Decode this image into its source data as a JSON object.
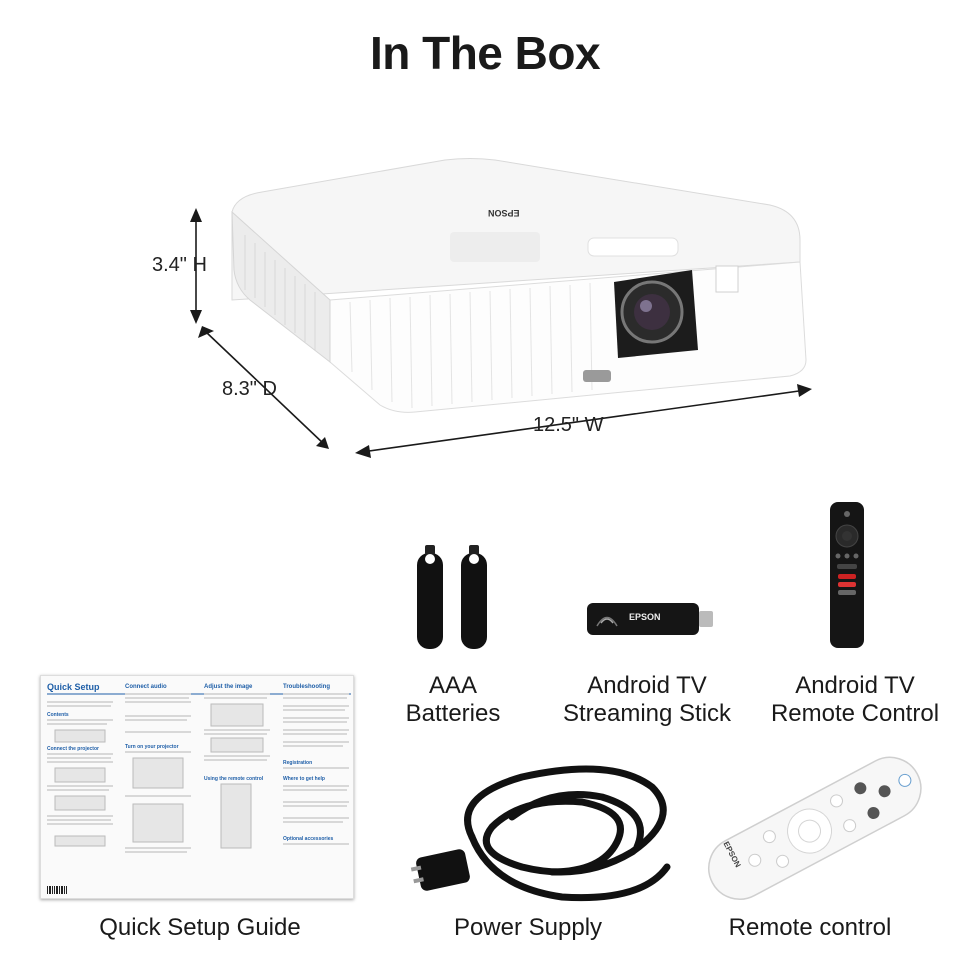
{
  "title": "In The Box",
  "dimensions": {
    "height": "3.4\" H",
    "depth": "8.3\" D",
    "width": "12.5\" W"
  },
  "brand": "EPSON",
  "items": [
    {
      "label_line1": "AAA",
      "label_line2": "Batteries"
    },
    {
      "label_line1": "Android TV",
      "label_line2": "Streaming Stick"
    },
    {
      "label_line1": "Android TV",
      "label_line2": "Remote Control"
    },
    {
      "label_line1": "Quick Setup Guide"
    },
    {
      "label_line1": "Power Supply"
    },
    {
      "label_line1": "Remote control"
    }
  ],
  "guide": {
    "heading": "Quick Setup",
    "col2_heading": "Connect audio",
    "col3_heading": "Adjust the image",
    "col4_heading": "Troubleshooting",
    "sub_contents": "Contents",
    "sub_connect": "Connect the projector",
    "sub_turn_on": "Turn on your projector",
    "sub_remote": "Using the remote control",
    "sub_registration": "Registration",
    "sub_help": "Where to get help",
    "sub_optional": "Optional accessories"
  },
  "colors": {
    "guide_blue": "#1f5fa8",
    "stick_black": "#151515",
    "projector_white": "#f4f4f4"
  }
}
